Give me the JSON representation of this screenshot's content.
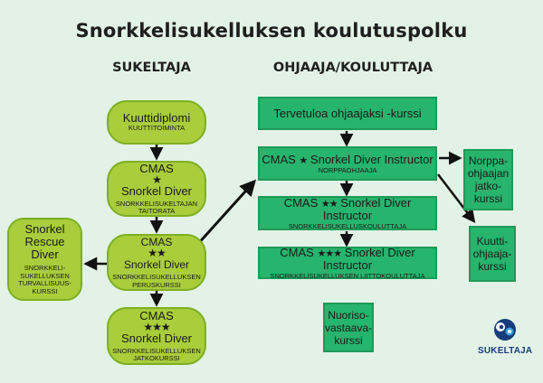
{
  "title": "Snorkkelisukelluksen koulutuspolku",
  "columns": {
    "left": "SUKELTAJA",
    "right": "OHJAAJA/KOULUTTAJA"
  },
  "sukeltaja": {
    "kuutti": {
      "title": "Kuuttidiplomi",
      "sub": "KUUTTITOIMINTA"
    },
    "star1": {
      "cmas": "CMAS",
      "stars": "★",
      "name": "Snorkel Diver",
      "sub1": "SNORKKELISUKELTAJAN",
      "sub2": "TAITORATA"
    },
    "star2": {
      "cmas": "CMAS",
      "stars": "★★",
      "name": "Snorkel Diver",
      "sub1": "SNORKKELISUKELLUKSEN",
      "sub2": "PERUSKURSSI"
    },
    "star3": {
      "cmas": "CMAS",
      "stars": "★★★",
      "name": "Snorkel Diver",
      "sub1": "SNORKKELISUKELLUKSEN",
      "sub2": "JATKOKURSSI"
    },
    "rescue": {
      "l1": "Snorkel",
      "l2": "Rescue",
      "l3": "Diver",
      "s1": "SNORKKELI-",
      "s2": "SUKELLUKSEN",
      "s3": "TURVALLISUUS-",
      "s4": "KURSSI"
    }
  },
  "ohjaaja": {
    "welcome": "Tervetuloa ohjaajaksi -kurssi",
    "i1": {
      "pre": "CMAS",
      "stars": "★",
      "name": "Snorkel Diver Instructor",
      "sub": "NORPPAOHJAAJA"
    },
    "i2": {
      "pre": "CMAS",
      "stars": "★★",
      "name": "Snorkel Diver Instructor",
      "sub": "SNORKKELISUKELLUSKOULUTTAJA"
    },
    "i3": {
      "pre": "CMAS",
      "stars": "★★★",
      "name": "Snorkel Diver Instructor",
      "sub": "SNORKKELISUKELLUKSEN LIITTOKOULUTTAJA"
    },
    "norppa": [
      "Norppa-",
      "ohjaajan",
      "jatko-",
      "kurssi"
    ],
    "kuutti": [
      "Kuutti-",
      "ohjaaja-",
      "kurssi"
    ],
    "nuoriso": [
      "Nuoriso-",
      "vastaava-",
      "kurssi"
    ]
  },
  "logo": {
    "text": "SUKELTAJA"
  },
  "colors": {
    "background": "#e3f2e6",
    "lime": "#a9cd3b",
    "green": "#27b46c",
    "arrow": "#111111",
    "logo": "#163c7a"
  }
}
